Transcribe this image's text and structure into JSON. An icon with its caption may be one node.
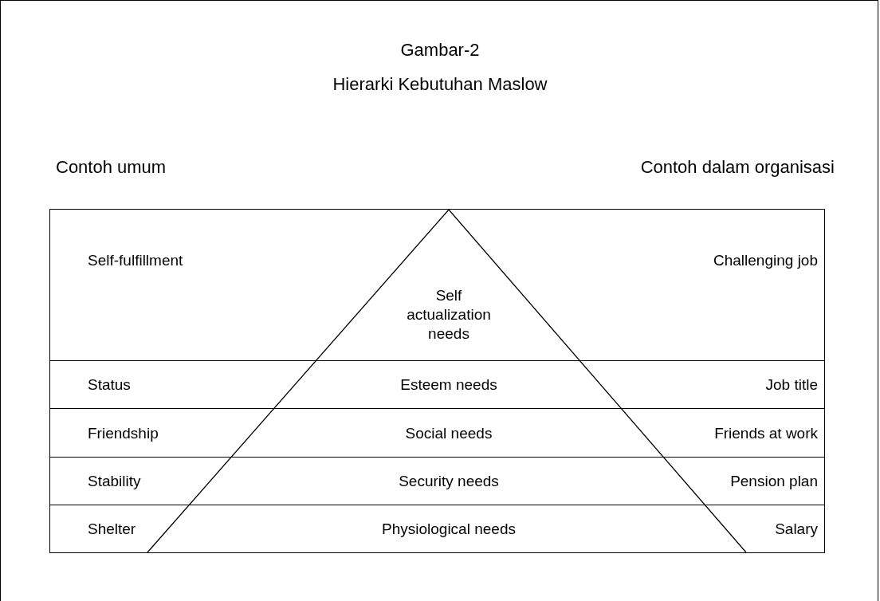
{
  "diagram": {
    "title": "Hierarki Kebutuhan Maslow",
    "nodes": [
      {
        "text": [
          "Self-fulfillment",
          "Self actualization needs",
          "Challenging job"
        ]
      },
      {
        "text": [
          "Status",
          "Esteem needs",
          "Job title"
        ]
      },
      {
        "text": [
          "Friendship",
          "Social needs",
          "Friends at work"
        ]
      },
      {
        "text": [
          "Stability",
          "Security needs",
          "Pension plan"
        ]
      },
      {
        "text": [
          "Shelter",
          "Physiological needs",
          "Salary"
        ]
      }
    ],
    "labels": [
      "Gambar-2",
      "Contoh umum",
      "Contoh dalam organisasi"
    ]
  }
}
